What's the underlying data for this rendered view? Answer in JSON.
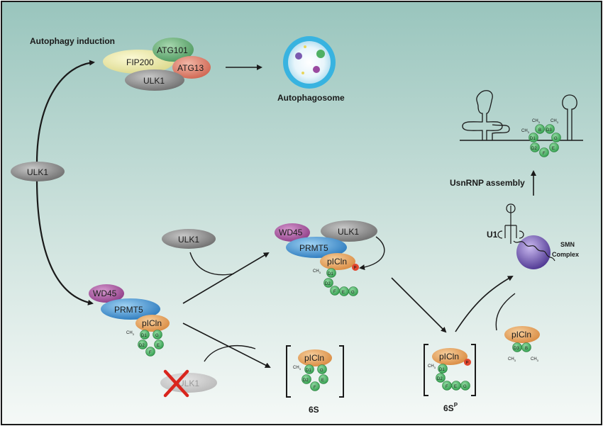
{
  "labels": {
    "autophagy_induction": "Autophagy induction",
    "autophagosome": "Autophagosome",
    "ulk1": "ULK1",
    "fip200": "FIP200",
    "atg101": "ATG101",
    "atg13": "ATG13",
    "wd45": "WD45",
    "prmt5": "PRMT5",
    "picln": "pICln",
    "p": "P",
    "ch3": "CH",
    "ch3_sub": "3",
    "d1": "D1",
    "d2": "D2",
    "d3": "D3",
    "e": "E",
    "f": "F",
    "g": "G",
    "b": "B",
    "six_s": "6S",
    "six_s_p": "6S",
    "six_s_p_sup": "P",
    "usnrnp_assembly": "UsnRNP assembly",
    "u1": "U1",
    "smn": "SMN",
    "complex": "Complex",
    "ulk1_crossed": "ULK1"
  },
  "colors": {
    "bg_top": "#9cc7bf",
    "bg_bottom": "#f3f8f6",
    "ulk1_gray": "#8a8a8a",
    "fip200_yellow": "#ece9a6",
    "atg101_green": "#72b780",
    "atg13_salmon": "#e08470",
    "wd45_purple": "#b25aa8",
    "prmt5_blue": "#3a93d2",
    "picln_orange": "#e7a45e",
    "sm_green": "#4bb563",
    "phospho_red": "#e2472f",
    "smn_purple": "#6a4fa8",
    "x_red": "#d9251d"
  }
}
